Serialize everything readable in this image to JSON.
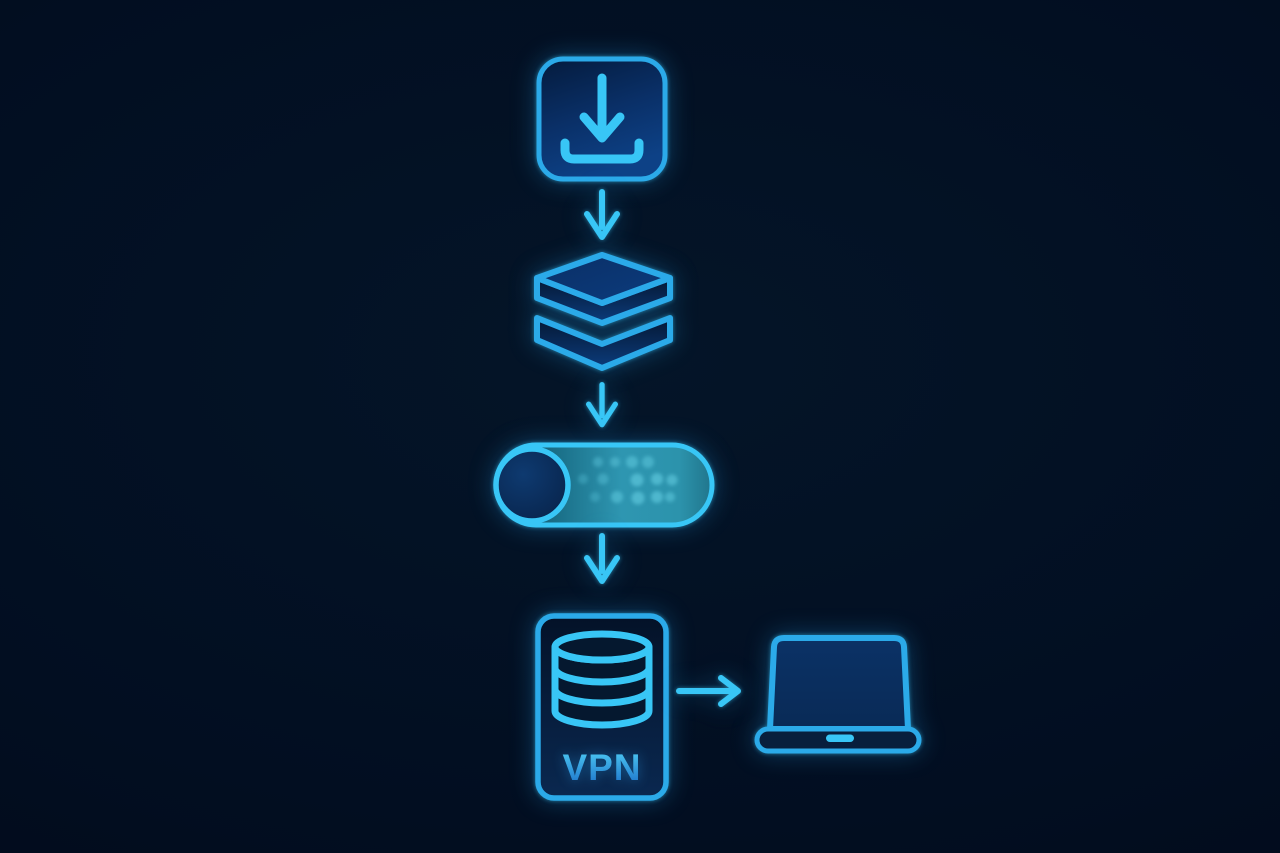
{
  "diagram": {
    "kind": "flow",
    "nodes": [
      {
        "id": "download",
        "icon": "download-icon"
      },
      {
        "id": "stack",
        "icon": "layers-icon"
      },
      {
        "id": "tunnel",
        "icon": "tunnel-icon"
      },
      {
        "id": "vpn-server",
        "icon": "database-icon",
        "label": "VPN"
      },
      {
        "id": "client-laptop",
        "icon": "laptop-icon"
      }
    ],
    "connectors": [
      {
        "from": "download",
        "to": "stack",
        "direction": "down"
      },
      {
        "from": "stack",
        "to": "tunnel",
        "direction": "down"
      },
      {
        "from": "tunnel",
        "to": "vpn-server",
        "direction": "down"
      },
      {
        "from": "vpn-server",
        "to": "client-laptop",
        "direction": "right"
      }
    ]
  },
  "colors": {
    "background": "#020E21",
    "stroke": "#2BAAE9",
    "stroke_bright": "#38C6F6",
    "fill_blue": "#0B346F",
    "fill_navy": "#05182F",
    "tunnel_teal": "#2E96B1",
    "tunnel_dot": "#5CC6DC",
    "vpn_text_top": "#4BC6F1",
    "vpn_text_bottom": "#1B70C9"
  }
}
